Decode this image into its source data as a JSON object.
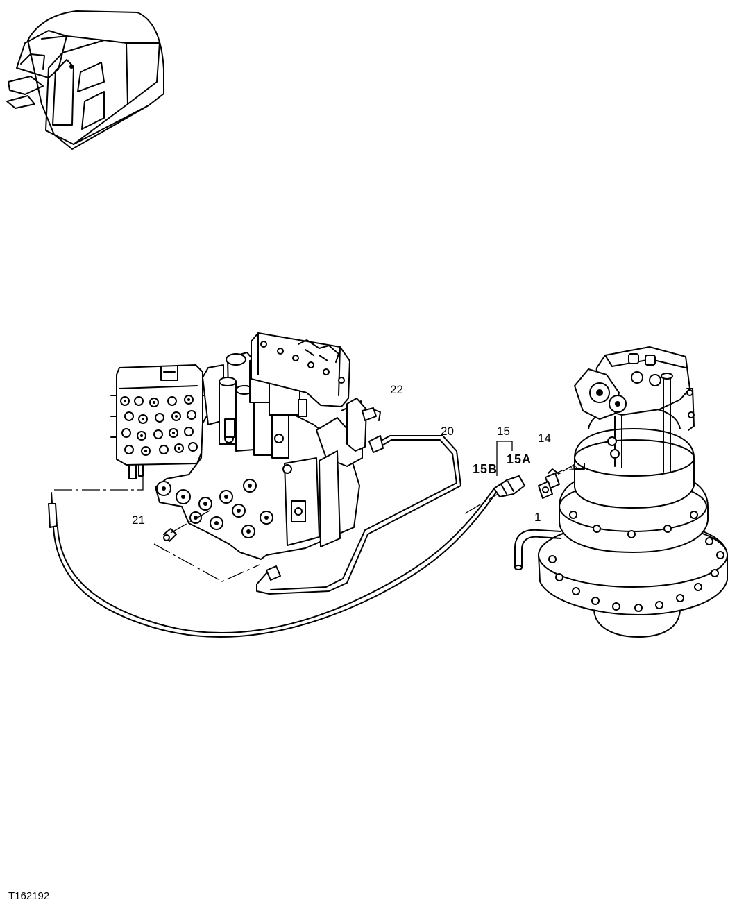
{
  "callouts": {
    "c22": "22",
    "c20": "20",
    "c15": "15",
    "c15b": "15B",
    "c15a": "15A",
    "c14": "14",
    "c1": "1",
    "c21": "21"
  },
  "figure_id": "T162192"
}
